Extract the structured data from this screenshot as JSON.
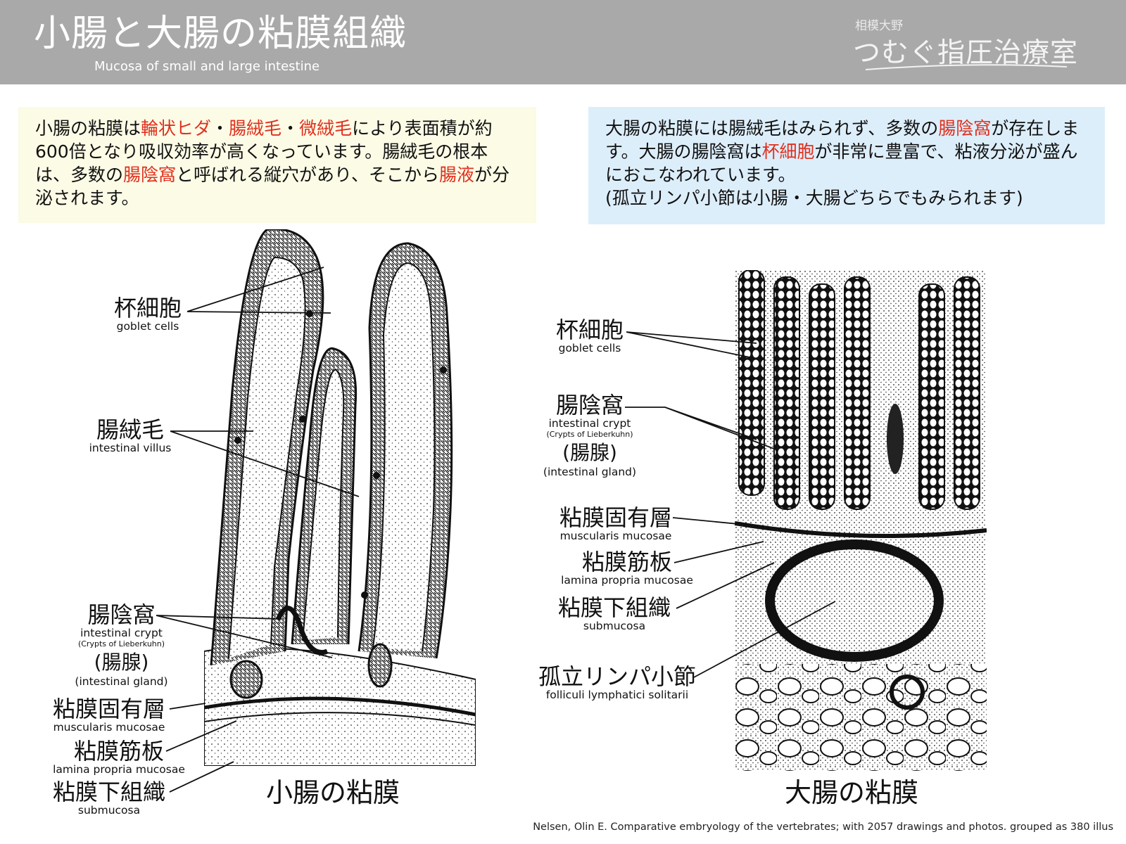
{
  "header": {
    "title": "小腸と大腸の粘膜組織",
    "subtitle": "Mucosa of small and large intestine",
    "brand_location": "相模大野",
    "brand_name": "つむぐ指圧治療室",
    "background_color": "#a9a9a9"
  },
  "notes": {
    "left": {
      "background_color": "#fbfbe6",
      "segments": [
        {
          "text": "小腸の粘膜は",
          "highlight": false
        },
        {
          "text": "輪状ヒダ",
          "highlight": true
        },
        {
          "text": "・",
          "highlight": false
        },
        {
          "text": "腸絨毛",
          "highlight": true
        },
        {
          "text": "・",
          "highlight": false
        },
        {
          "text": "微絨毛",
          "highlight": true
        },
        {
          "text": "により表面積が約600倍となり吸収効率が高くなっています。腸絨毛の根本は、多数の",
          "highlight": false
        },
        {
          "text": "腸陰窩",
          "highlight": true
        },
        {
          "text": "と呼ばれる縦穴があり、そこから",
          "highlight": false
        },
        {
          "text": "腸液",
          "highlight": true
        },
        {
          "text": "が分泌されます。",
          "highlight": false
        }
      ]
    },
    "right": {
      "background_color": "#ddeefb",
      "segments": [
        {
          "text": "大腸の粘膜には腸絨毛はみられず、多数の",
          "highlight": false
        },
        {
          "text": "腸陰窩",
          "highlight": true
        },
        {
          "text": "が存在します。大腸の腸陰窩は",
          "highlight": false
        },
        {
          "text": "杯細胞",
          "highlight": true
        },
        {
          "text": "が非常に豊富で、粘液分泌が盛んにおこなわれています。",
          "highlight": false
        },
        {
          "text": "(孤立リンパ小節は小腸・大腸どちらでもみられます)",
          "highlight": false,
          "newline": true
        }
      ]
    },
    "highlight_color": "#e0301e"
  },
  "small_intestine": {
    "caption": "小腸の粘膜",
    "labels": {
      "goblet": {
        "jp": "杯細胞",
        "en": "goblet cells"
      },
      "villus": {
        "jp": "腸絨毛",
        "en": "intestinal villus"
      },
      "crypt": {
        "jp": "腸陰窩",
        "en": "intestinal crypt",
        "en_sub": "(Crypts of Lieberkuhn)",
        "jp_alt": "(腸腺)",
        "en_alt": "(intestinal gland)"
      },
      "muscularis": {
        "jp": "粘膜固有層",
        "en": "muscularis mucosae"
      },
      "lamina": {
        "jp": "粘膜筋板",
        "en": "lamina propria mucosae"
      },
      "submucosa": {
        "jp": "粘膜下組織",
        "en": "submucosa"
      }
    }
  },
  "large_intestine": {
    "caption": "大腸の粘膜",
    "labels": {
      "goblet": {
        "jp": "杯細胞",
        "en": "goblet cells"
      },
      "crypt": {
        "jp": "腸陰窩",
        "en": "intestinal crypt",
        "en_sub": "(Crypts of Lieberkuhn)",
        "jp_alt": "(腸腺)",
        "en_alt": "(intestinal gland)"
      },
      "muscularis": {
        "jp": "粘膜固有層",
        "en": "muscularis mucosae"
      },
      "lamina": {
        "jp": "粘膜筋板",
        "en": "lamina propria mucosae"
      },
      "submucosa": {
        "jp": "粘膜下組織",
        "en": "submucosa"
      },
      "lymph": {
        "jp": "孤立リンパ小節",
        "en": "folliculi lymphatici solitarii"
      }
    }
  },
  "credit": "Nelsen, Olin E. Comparative embryology of the vertebrates; with 2057 drawings and photos. grouped as 380 illus"
}
